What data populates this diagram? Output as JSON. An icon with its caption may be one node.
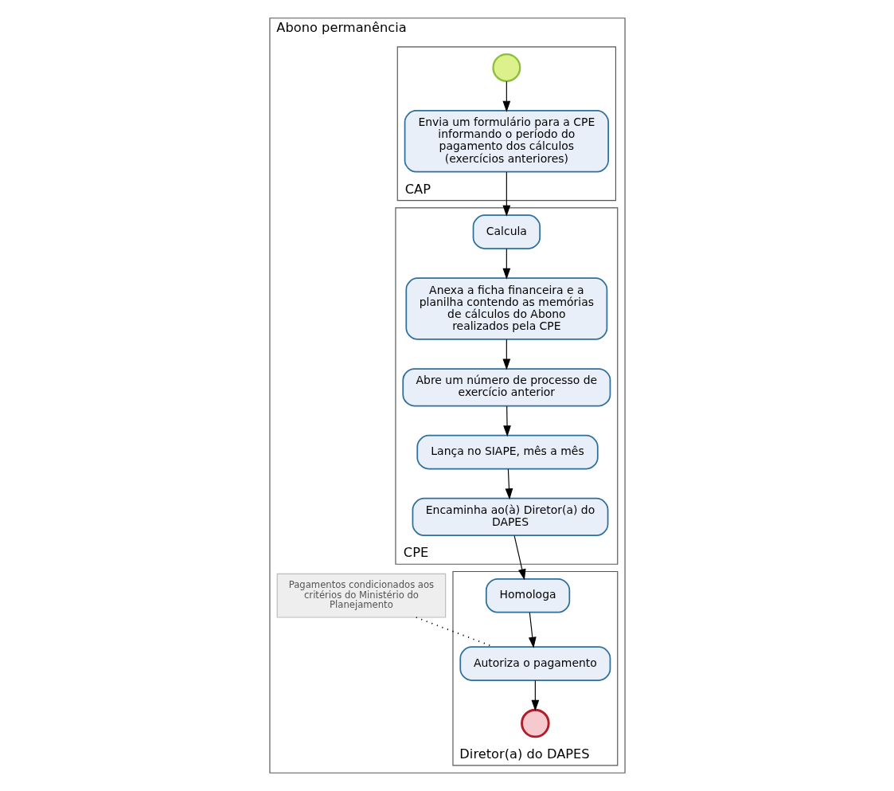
{
  "diagram": {
    "nodes": [
      {
        "text": [
          "Abono permanência"
        ]
      },
      {
        "text": [
          "CAP"
        ],
        "in": 0
      },
      {
        "text": [
          "Envia um formulário para a CPE informando o período do pagamento dos cálculos (exercícios anteriores)"
        ],
        "in": 1
      },
      {
        "text": [],
        "shape": "circle",
        "in": 1
      },
      {
        "text": [
          "CPE"
        ],
        "in": 0
      },
      {
        "text": [
          "Calcula"
        ],
        "in": 4
      },
      {
        "text": [
          "Anexa a ficha financeira e a planilha contendo as memórias de cálculos do Abono realizados pela CPE"
        ],
        "in": 4
      },
      {
        "text": [
          "Lança no SIAPE, mês a mês"
        ],
        "in": 4
      },
      {
        "text": [
          "Abre um número de processo de exercício anterior"
        ],
        "in": 4
      },
      {
        "text": [
          "Encaminha ao(à) Diretor(a) do DAPES"
        ],
        "in": 4
      },
      {
        "text": [
          "Pagamentos condicionados aos critérios do Ministério do Planejamento"
        ],
        "in": 0
      },
      {
        "text": [
          "Diretor(a) do DAPES"
        ],
        "in": 0
      },
      {
        "text": [
          "Homologa"
        ],
        "in": 11
      },
      {
        "text": [
          "Autoriza o pagamento"
        ],
        "in": 11
      },
      {
        "text": [],
        "shape": "circle",
        "in": 11
      }
    ],
    "edges": [
      {
        "from": 3,
        "to": 2,
        "arrow": "to"
      },
      {
        "from": 2,
        "to": 5,
        "arrow": "to"
      },
      {
        "from": 5,
        "to": 6,
        "arrow": "to"
      },
      {
        "from": 6,
        "to": 8,
        "arrow": "to"
      },
      {
        "from": 8,
        "to": 7,
        "arrow": "to"
      },
      {
        "from": 7,
        "to": 9,
        "arrow": "to"
      },
      {
        "from": 9,
        "to": 12,
        "arrow": "to"
      },
      {
        "from": 12,
        "to": 13,
        "arrow": "to"
      },
      {
        "from": 13,
        "to": 14,
        "arrow": "to"
      },
      {
        "from": 10,
        "to": 13,
        "arrow": "none",
        "style": "dashed"
      }
    ]
  }
}
